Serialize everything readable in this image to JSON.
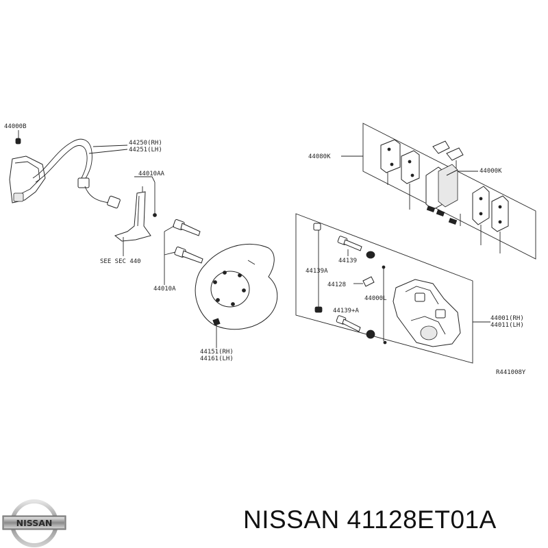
{
  "labels": {
    "l44000b": "44000B",
    "l44250": "44250(RH)",
    "l44251": "44251(LH)",
    "l44010aa": "44010AA",
    "seesec": "SEE SEC 440",
    "l44010a": "44010A",
    "l44151": "44151(RH)",
    "l44161": "44161(LH)",
    "l44080k": "44080K",
    "l44000k": "44000K",
    "l44139a": "44139A",
    "l44139": "44139",
    "l44128": "44128",
    "l44000l": "44000L",
    "l44139pa": "44139+A",
    "l44001": "44001(RH)",
    "l44011": "44011(LH)",
    "ref": "R441008Y"
  },
  "brand": {
    "logo_text": "NISSAN",
    "part_number_line": "NISSAN 41128ET01A"
  }
}
